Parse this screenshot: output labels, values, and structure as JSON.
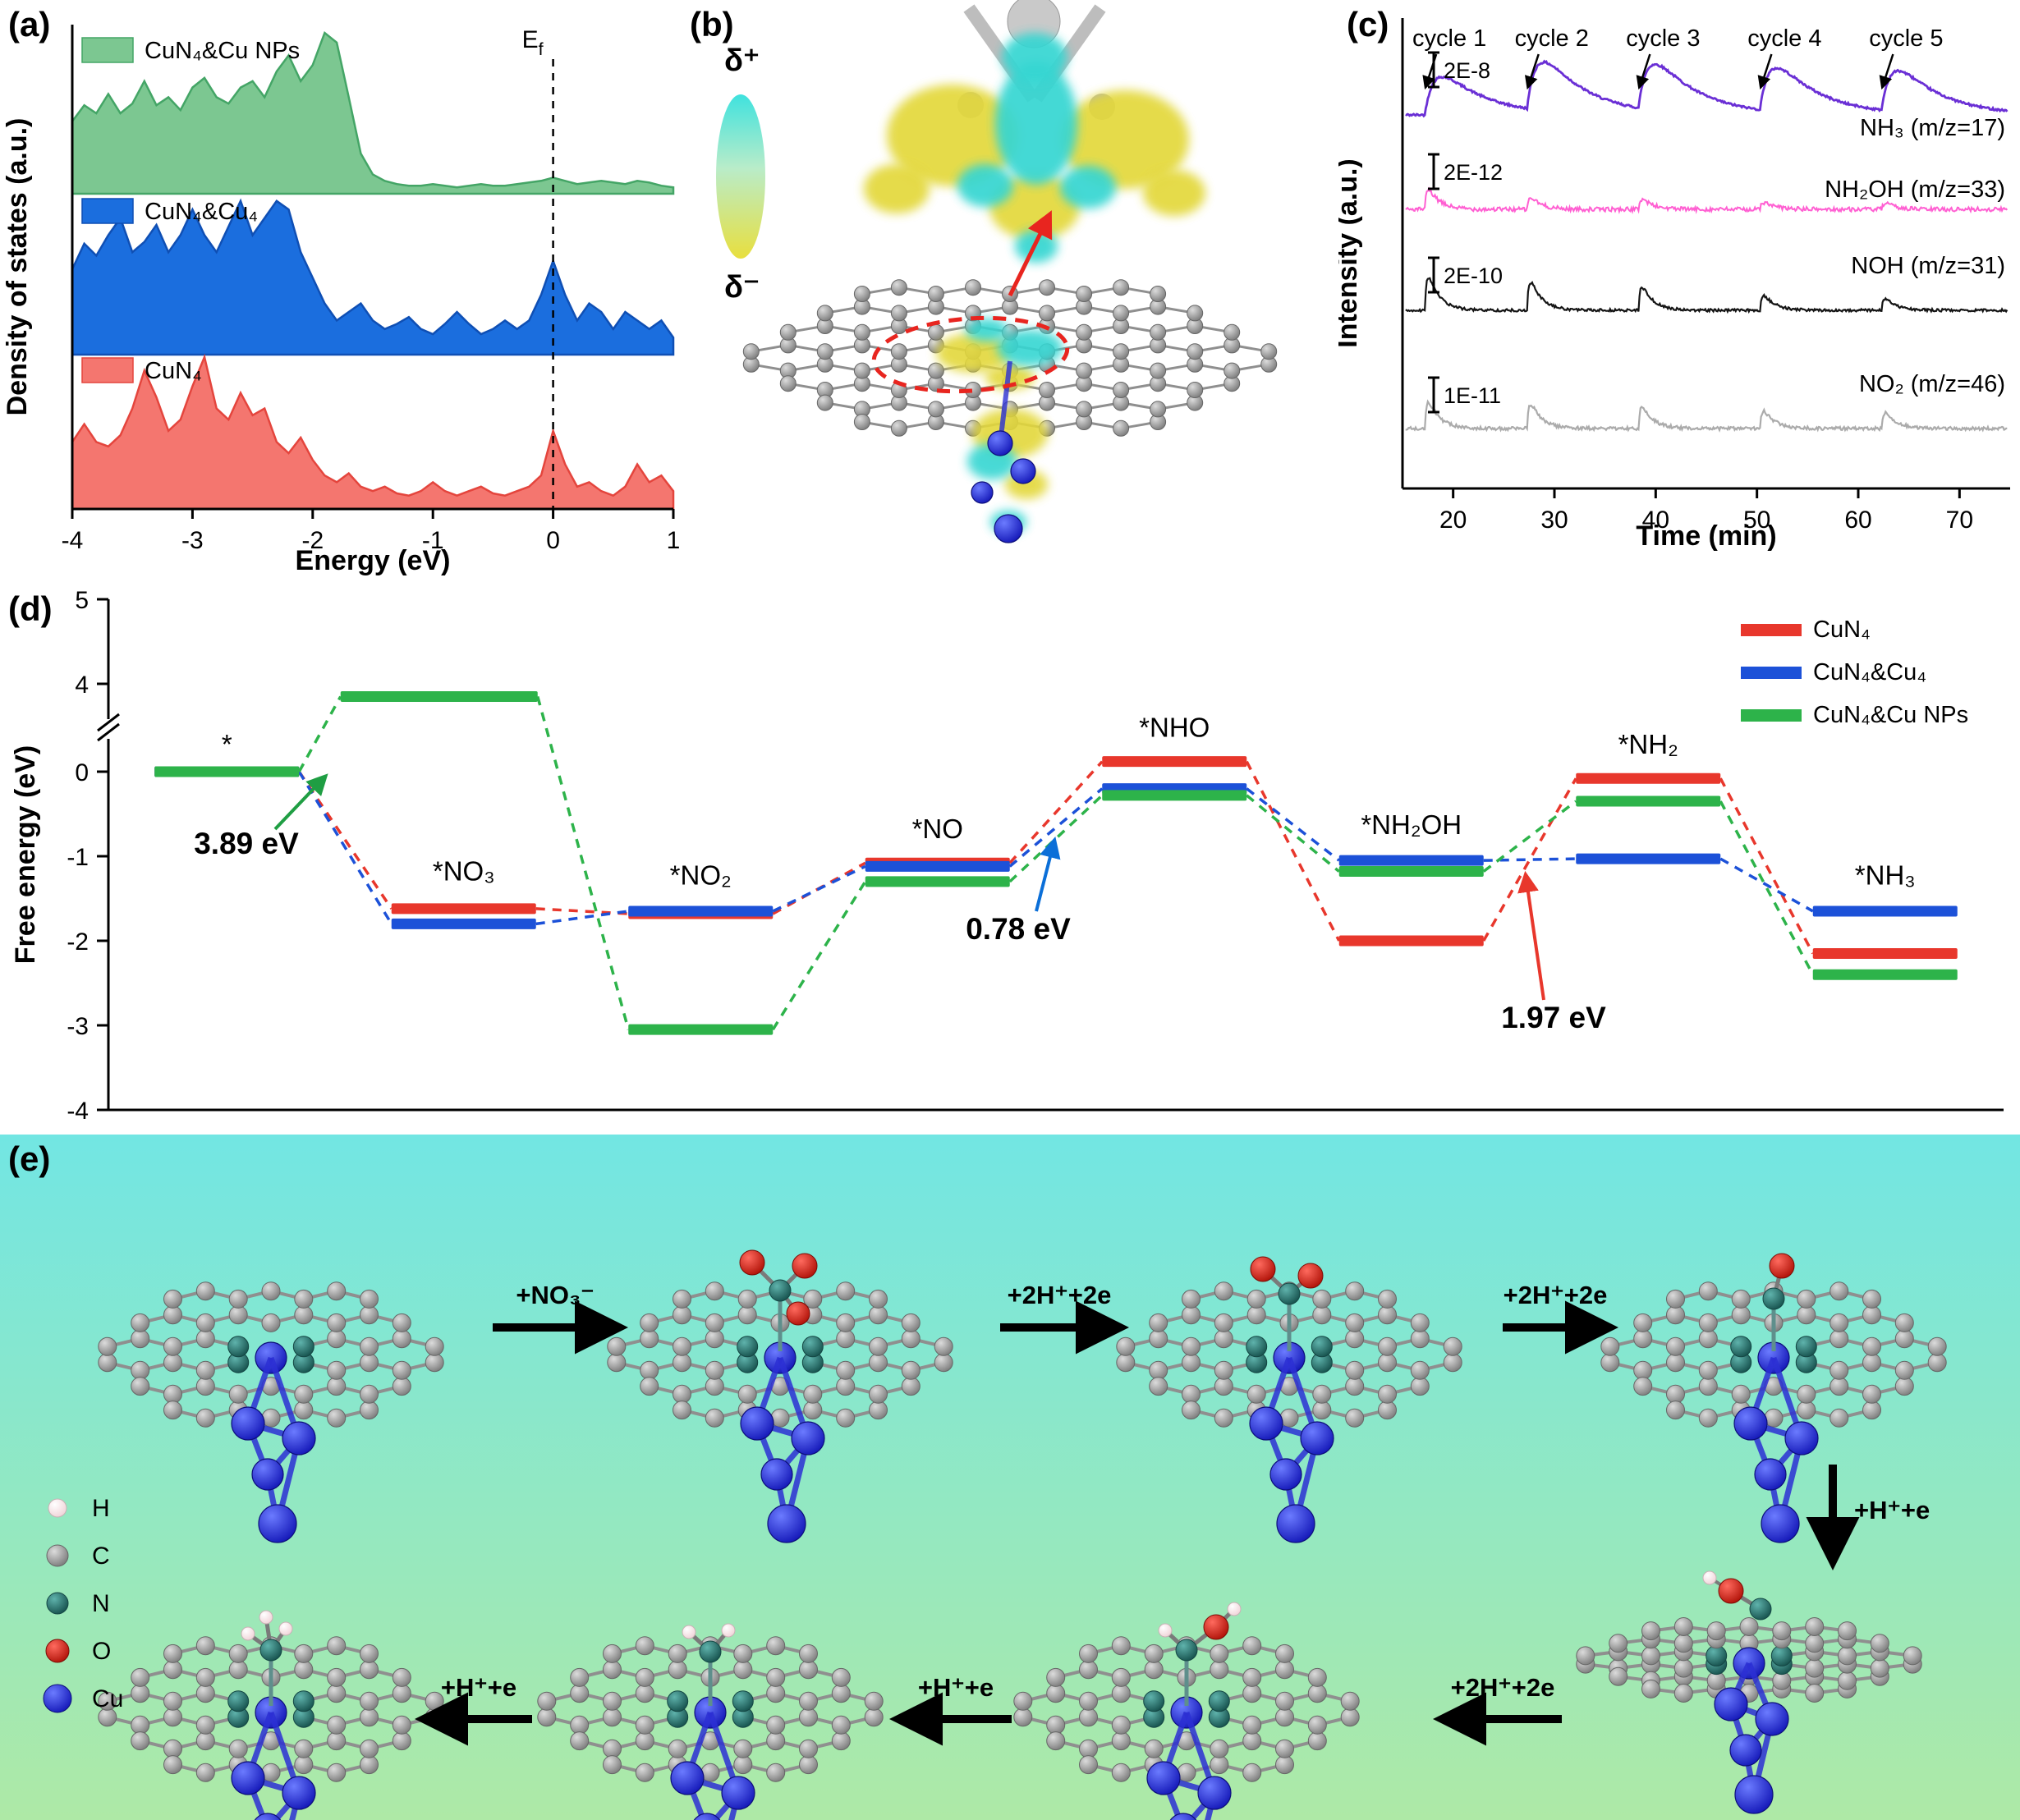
{
  "panels": {
    "a": {
      "label": "(a)"
    },
    "b": {
      "label": "(b)",
      "delta_plus": "δ⁺",
      "delta_minus": "δ⁻"
    },
    "c": {
      "label": "(c)"
    },
    "d": {
      "label": "(d)"
    },
    "e": {
      "label": "(e)",
      "legend": [
        {
          "symbol": "H",
          "color": "#fbe9ea"
        },
        {
          "symbol": "C",
          "color": "#9a9a9a"
        },
        {
          "symbol": "N",
          "color": "#2a7d78"
        },
        {
          "symbol": "O",
          "color": "#e3241b"
        },
        {
          "symbol": "Cu",
          "color": "#2b2fd4"
        }
      ],
      "steps": [
        "bare-site",
        "no3-adsorbed",
        "no2-adsorbed",
        "no-adsorbed",
        "nh2oh-adsorbed",
        "nh2-adsorbed",
        "nh3-adsorbed",
        "noh-release"
      ],
      "arrows": [
        {
          "label": "+NO₃⁻"
        },
        {
          "label": "+2H⁺+2e"
        },
        {
          "label": "+2H⁺+2e"
        },
        {
          "label": "+H⁺+e"
        },
        {
          "label": "+2H⁺+2e"
        },
        {
          "label": "+H⁺+e"
        },
        {
          "label": "+H⁺+e"
        }
      ]
    }
  },
  "chart_data": [
    {
      "id": "dos",
      "type": "area",
      "title": "",
      "xlabel": "Energy (eV)",
      "ylabel": "Density of states (a.u.)",
      "xlim": [
        -4,
        1
      ],
      "x_step": 0.1,
      "xticks": [
        -4,
        -3,
        -2,
        -1,
        0,
        1
      ],
      "annotations": [
        {
          "type": "vline",
          "x": 0,
          "label": "E_{f}",
          "style": "dashed"
        }
      ],
      "series": [
        {
          "name": "CuN₄&Cu NPs",
          "fill": "#7cc791",
          "stroke": "#44a566",
          "values": [
            0.45,
            0.55,
            0.5,
            0.62,
            0.5,
            0.56,
            0.7,
            0.55,
            0.6,
            0.52,
            0.66,
            0.72,
            0.6,
            0.56,
            0.66,
            0.7,
            0.6,
            0.76,
            0.86,
            0.7,
            0.8,
            1.0,
            0.94,
            0.6,
            0.25,
            0.12,
            0.08,
            0.06,
            0.05,
            0.05,
            0.06,
            0.05,
            0.04,
            0.05,
            0.06,
            0.05,
            0.05,
            0.06,
            0.07,
            0.08,
            0.1,
            0.08,
            0.06,
            0.07,
            0.08,
            0.07,
            0.06,
            0.08,
            0.07,
            0.05,
            0.04
          ]
        },
        {
          "name": "CuN₄&Cu₄",
          "fill": "#1b6ede",
          "stroke": "#0f4fb4",
          "values": [
            0.5,
            0.65,
            0.58,
            0.7,
            0.8,
            0.6,
            0.66,
            0.76,
            0.6,
            0.7,
            0.85,
            0.7,
            0.6,
            0.75,
            0.9,
            0.7,
            0.8,
            0.9,
            0.85,
            0.6,
            0.45,
            0.3,
            0.2,
            0.25,
            0.3,
            0.2,
            0.15,
            0.18,
            0.22,
            0.15,
            0.12,
            0.18,
            0.25,
            0.18,
            0.12,
            0.15,
            0.2,
            0.15,
            0.2,
            0.35,
            0.55,
            0.35,
            0.2,
            0.3,
            0.25,
            0.15,
            0.25,
            0.2,
            0.15,
            0.2,
            0.1
          ]
        },
        {
          "name": "CuN₄",
          "fill": "#f4766f",
          "stroke": "#e4453d",
          "values": [
            0.3,
            0.38,
            0.3,
            0.28,
            0.33,
            0.45,
            0.62,
            0.5,
            0.35,
            0.4,
            0.55,
            0.68,
            0.45,
            0.4,
            0.52,
            0.42,
            0.45,
            0.3,
            0.25,
            0.32,
            0.22,
            0.15,
            0.12,
            0.16,
            0.1,
            0.08,
            0.1,
            0.07,
            0.06,
            0.08,
            0.12,
            0.08,
            0.06,
            0.08,
            0.1,
            0.07,
            0.06,
            0.08,
            0.1,
            0.15,
            0.35,
            0.2,
            0.1,
            0.12,
            0.08,
            0.06,
            0.1,
            0.2,
            0.12,
            0.15,
            0.08
          ]
        }
      ]
    },
    {
      "id": "dems",
      "type": "line",
      "title": "",
      "xlabel": "Time (min)",
      "ylabel": "Intensity (a.u.)",
      "xlim": [
        15,
        75
      ],
      "xticks": [
        20,
        30,
        40,
        50,
        60,
        70
      ],
      "cycles": [
        {
          "label": "cycle 1",
          "t": 17.2
        },
        {
          "label": "cycle 2",
          "t": 27.3
        },
        {
          "label": "cycle 3",
          "t": 38.3
        },
        {
          "label": "cycle 4",
          "t": 50.3
        },
        {
          "label": "cycle 5",
          "t": 62.3
        }
      ],
      "series_label_dy": [
        25,
        -15,
        -45,
        -45
      ],
      "series": [
        {
          "name": "NH₃ (m/z=17)",
          "color": "#6a2fd5",
          "scalebar": "2E-8",
          "shape": "hump",
          "peak_heights": [
            0.75,
            0.95,
            0.9,
            0.85,
            0.8
          ]
        },
        {
          "name": "NH₂OH (m/z=33)",
          "color": "#ff5fd2",
          "scalebar": "2E-12",
          "shape": "spike",
          "peak_heights": [
            0.85,
            0.5,
            0.45,
            0.3,
            0.25
          ]
        },
        {
          "name": "NOH (m/z=31)",
          "color": "#141414",
          "scalebar": "2E-10",
          "shape": "spike",
          "peak_heights": [
            1.0,
            0.85,
            0.7,
            0.45,
            0.35
          ]
        },
        {
          "name": "NO₂ (m/z=46)",
          "color": "#ababab",
          "scalebar": "1E-11",
          "shape": "spike",
          "peak_heights": [
            0.9,
            0.85,
            0.75,
            0.6,
            0.55
          ]
        }
      ]
    },
    {
      "id": "free-energy",
      "type": "step-levels",
      "title": "",
      "ylabel": "Free energy (eV)",
      "yticks": [
        5,
        4,
        0,
        -1,
        -2,
        -3,
        -4
      ],
      "ylim": [
        -4,
        5
      ],
      "ybreak": [
        0.7,
        3.4
      ],
      "states": [
        "*",
        "*NO₃",
        "*NO₂",
        "*NO",
        "*NHO",
        "*NH₂OH",
        "*NH₂",
        "*NH₃"
      ],
      "label_y": [
        0,
        -1.5,
        -1.55,
        -1.0,
        0.2,
        -0.95,
        0.0,
        -1.55
      ],
      "series": [
        {
          "name": "CuN₄",
          "color": "#e8372c",
          "values": [
            0,
            -1.62,
            -1.68,
            -1.08,
            0.12,
            -2.0,
            -0.08,
            -2.15
          ]
        },
        {
          "name": "CuN₄&Cu₄",
          "color": "#1c51d8",
          "values": [
            0,
            -1.8,
            -1.65,
            -1.12,
            -0.2,
            -1.05,
            -1.03,
            -1.65
          ]
        },
        {
          "name": "CuN₄&Cu NPs",
          "color": "#2db34a",
          "values": [
            0,
            3.85,
            -3.05,
            -1.3,
            -0.28,
            -1.18,
            -0.35,
            -2.4
          ]
        }
      ],
      "annotations": [
        {
          "text": "3.89 eV",
          "color": "#1f9e43"
        },
        {
          "text": "0.78 eV",
          "color": "#0b6fd8"
        },
        {
          "text": "1.97 eV",
          "color": "#e8372c"
        }
      ]
    }
  ]
}
